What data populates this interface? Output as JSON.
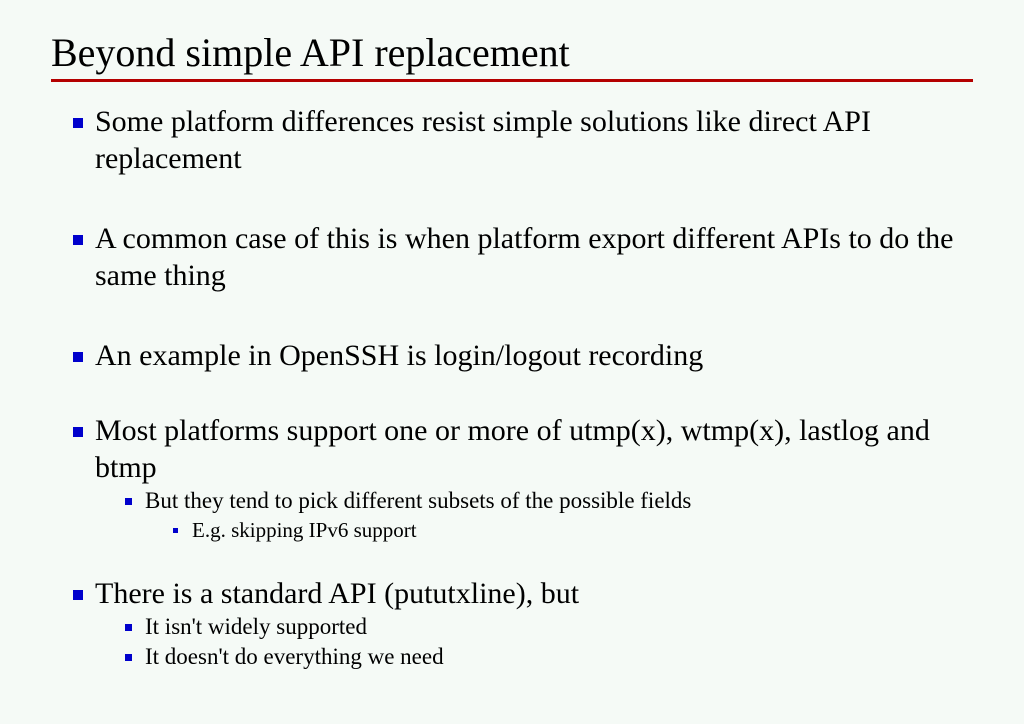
{
  "slide": {
    "title": "Beyond simple API replacement",
    "accent_rule_color": "#b40000",
    "background_color": "#f5faf6",
    "text_color": "#000000",
    "bullet_color": "#0000cc",
    "bullets": [
      {
        "level": 1,
        "text": "Some platform differences resist simple solutions like direct API replacement"
      },
      {
        "level": 1,
        "text": "A common case of this is when platform export different APIs to do the same thing"
      },
      {
        "level": 1,
        "text": "An example in OpenSSH is login/logout recording"
      },
      {
        "level": 1,
        "text": "Most platforms support one or more of utmp(x), wtmp(x), lastlog and btmp"
      },
      {
        "level": 2,
        "text": "But they tend to pick different subsets of the possible fields"
      },
      {
        "level": 3,
        "text": "E.g. skipping IPv6 support"
      },
      {
        "level": 1,
        "text": "There is a standard API (pututxline), but"
      },
      {
        "level": 2,
        "text": "It isn't widely supported"
      },
      {
        "level": 2,
        "text": "It doesn't do everything we need"
      }
    ]
  }
}
